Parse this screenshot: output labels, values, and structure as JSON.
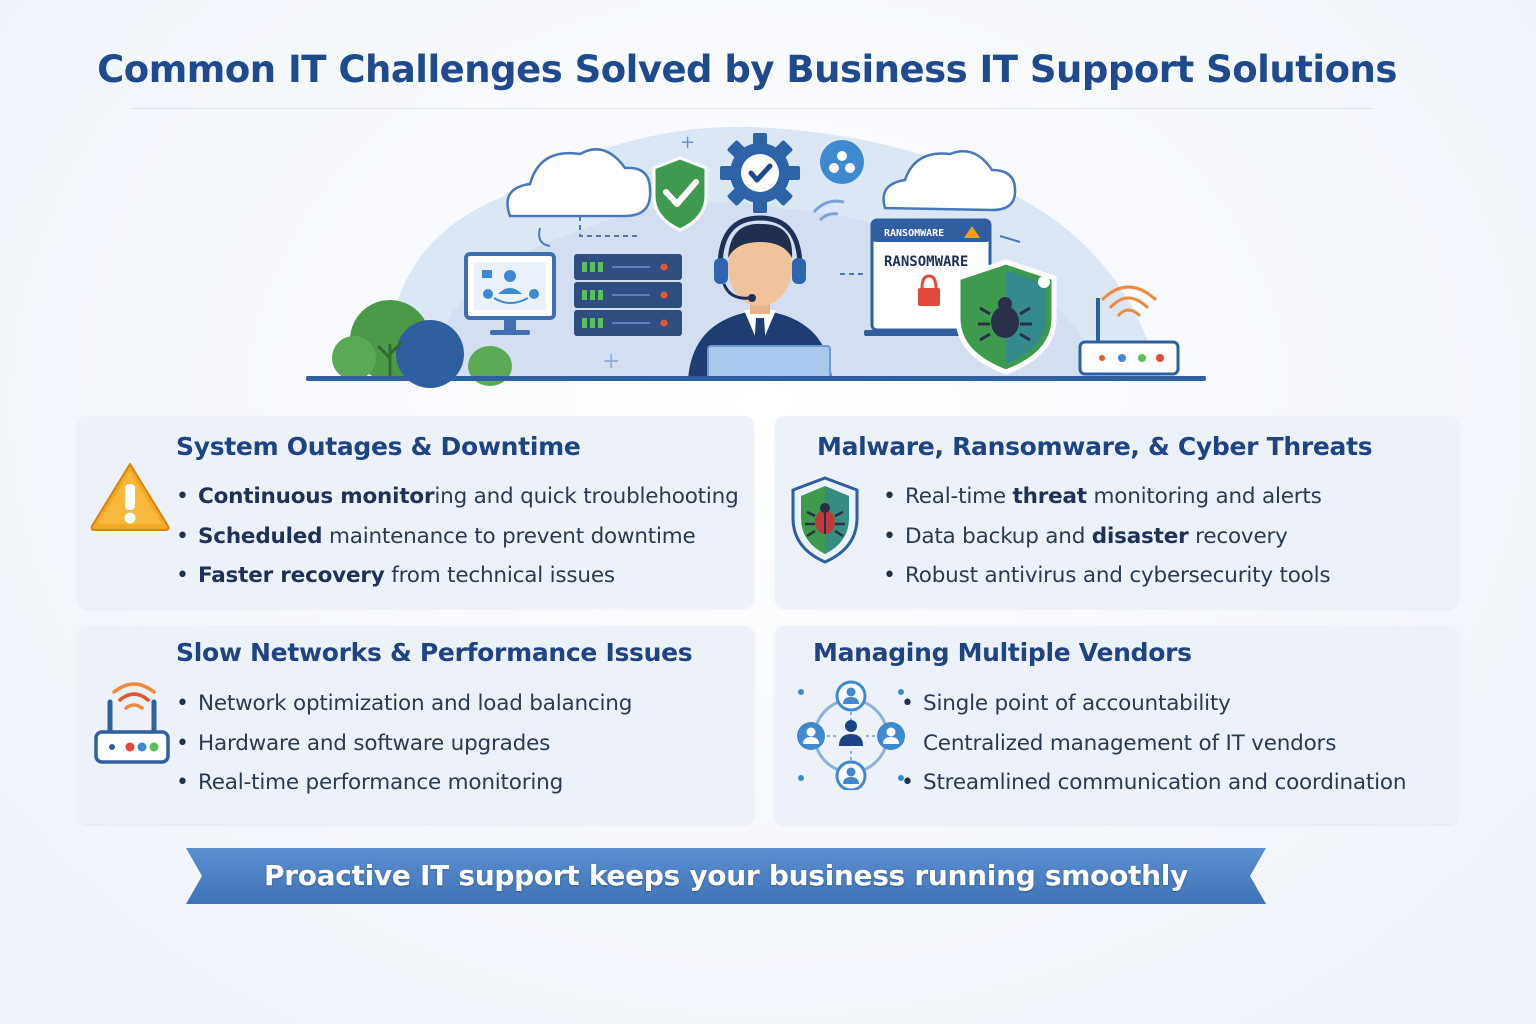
{
  "title": "Common IT Challenges Solved by Business IT Support Solutions",
  "hero": {
    "ransomware_banner": "RANSOMWARE",
    "ransomware_label": "RANSOMWARE",
    "icons": [
      "cloud-icon",
      "shield-check-icon",
      "gear-check-icon",
      "people-network-icon",
      "monitor-icon",
      "server-icon",
      "support-agent",
      "laptop-icon",
      "security-shield-bug-icon",
      "router-icon",
      "tree-icon"
    ]
  },
  "cards": [
    {
      "title": "System Outages & Downtime",
      "icon": "warning-icon",
      "items": [
        {
          "bold": "Continuous monitor",
          "rest": "ing and quick troublehooting"
        },
        {
          "bold": "Scheduled",
          "rest": " maintenance to prevent downtime"
        },
        {
          "bold": "Faster recovery",
          "rest": " from technical issues"
        }
      ]
    },
    {
      "title": "Malware, Ransomware, & Cyber Threats",
      "icon": "shield-bug-icon",
      "items": [
        {
          "pre": "Real-time ",
          "bold": "threat",
          "rest": " monitoring and alerts"
        },
        {
          "pre": "Data backup and ",
          "bold": "disaster",
          "rest": " recovery"
        },
        {
          "pre": "Robust antivirus and cybersecurity tools",
          "bold": "",
          "rest": ""
        }
      ]
    },
    {
      "title": "Slow Networks & Performance Issues",
      "icon": "router-icon",
      "items": [
        "Network optimization and load balancing",
        "Hardware and software upgrades",
        "Real-time performance monitoring"
      ]
    },
    {
      "title": "Managing Multiple Vendors",
      "icon": "vendor-network-icon",
      "items": [
        "Single point of accountability",
        "Centralized management of IT vendors",
        "Streamlined communication and coordination"
      ]
    }
  ],
  "footer": "Proactive IT support keeps your business running smoothly",
  "colors": {
    "title": "#1f4a8e",
    "card_bg": "#edf2fa",
    "ribbon": "#4a7fc1",
    "warning": "#f0a020",
    "shield_green": "#3f9a4a"
  }
}
